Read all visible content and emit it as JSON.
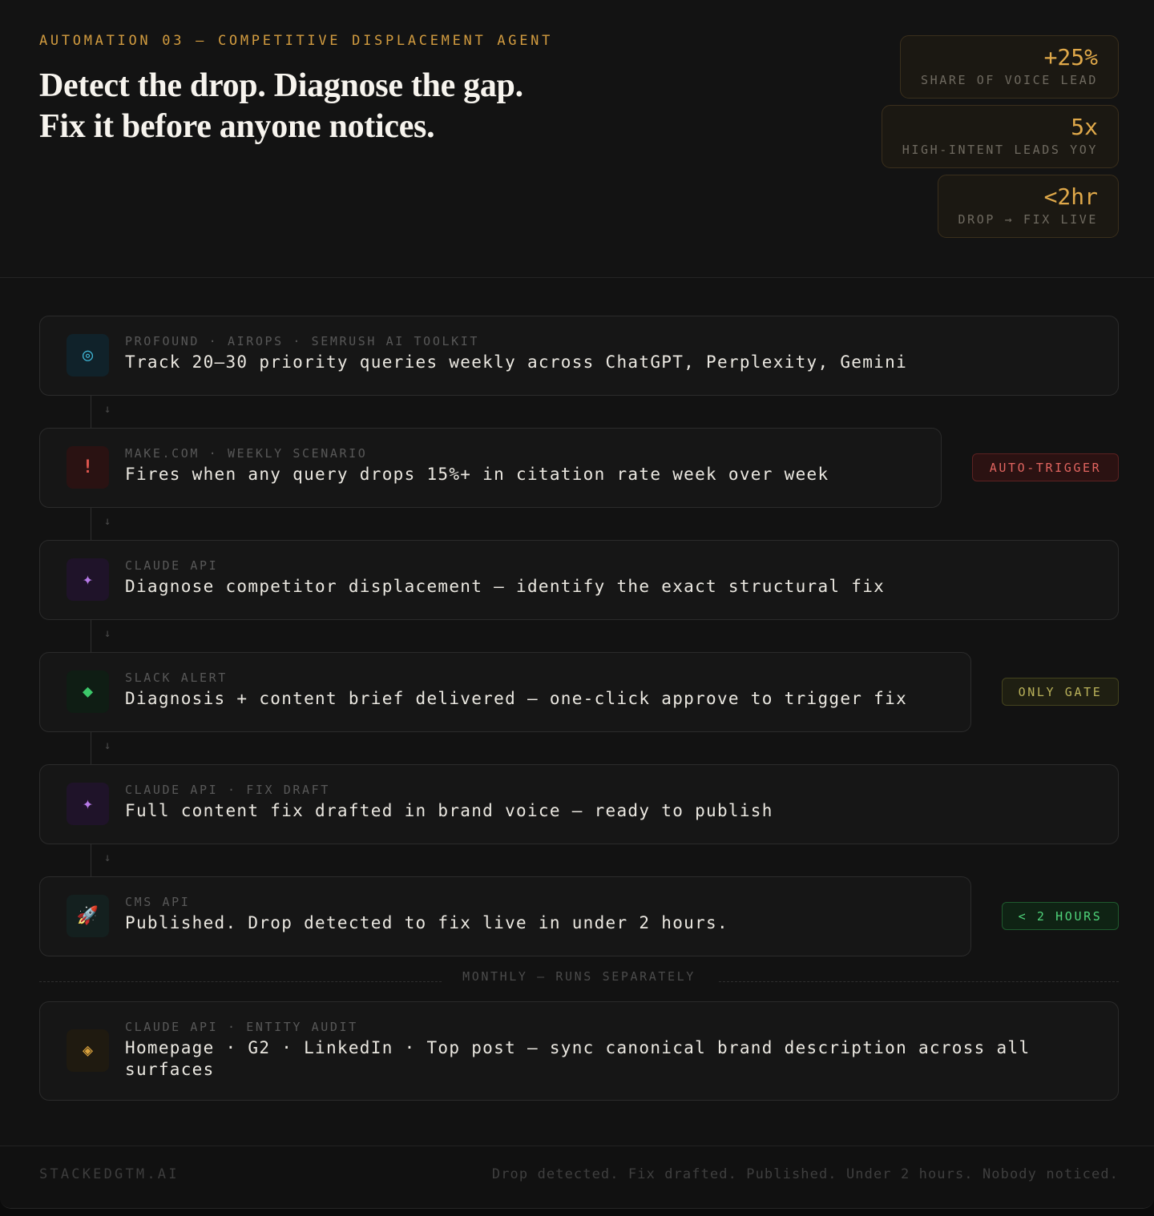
{
  "header": {
    "kicker": "AUTOMATION 03 — COMPETITIVE DISPLACEMENT AGENT",
    "headline_line1": "Detect the drop. Diagnose the gap.",
    "headline_line2": "Fix it before anyone notices."
  },
  "stats": [
    {
      "value": "+25%",
      "label": "SHARE OF VOICE LEAD"
    },
    {
      "value": "5x",
      "label": "HIGH-INTENT LEADS YOY"
    },
    {
      "value": "<2hr",
      "label": "DROP → FIX LIVE"
    }
  ],
  "steps": [
    {
      "icon": "target-icon",
      "glyph": "◎",
      "meta": "PROFOUND · AIROPS · SEMRUSH AI TOOLKIT",
      "text": "Track 20–30 priority queries weekly across ChatGPT, Perplexity, Gemini"
    },
    {
      "icon": "alert-icon",
      "glyph": "!",
      "meta": "MAKE.COM · WEEKLY SCENARIO",
      "text": "Fires when any query drops 15%+ in citation rate week over week",
      "badge": "AUTO-TRIGGER"
    },
    {
      "icon": "sparkle-icon",
      "glyph": "✦",
      "meta": "CLAUDE API",
      "text": "Diagnose competitor displacement — identify the exact structural fix"
    },
    {
      "icon": "diamond-icon",
      "glyph": "◆",
      "meta": "SLACK ALERT",
      "text": "Diagnosis + content brief delivered — one-click approve to trigger fix",
      "badge": "ONLY GATE"
    },
    {
      "icon": "sparkle-icon",
      "glyph": "✦",
      "meta": "CLAUDE API · FIX DRAFT",
      "text": "Full content fix drafted in brand voice — ready to publish"
    },
    {
      "icon": "rocket-icon",
      "glyph": "🚀",
      "meta": "CMS API",
      "text": "Published. Drop detected to fix live in under 2 hours.",
      "badge": "< 2 HOURS"
    }
  ],
  "separator": "MONTHLY — RUNS SEPARATELY",
  "monthly_step": {
    "icon": "diamond-outline-icon",
    "glyph": "◈",
    "meta": "CLAUDE API · ENTITY AUDIT",
    "text": "Homepage · G2 · LinkedIn · Top post — sync canonical brand description across all surfaces"
  },
  "footer": {
    "brand": "STACKEDGTM.AI",
    "tagline": "Drop detected. Fix drafted. Published. Under 2 hours. Nobody noticed."
  },
  "colors": {
    "accent": "#d19b3f",
    "trigger_red": "#e0645f",
    "gate_olive": "#b9b15a",
    "success_green": "#4fd37a"
  }
}
